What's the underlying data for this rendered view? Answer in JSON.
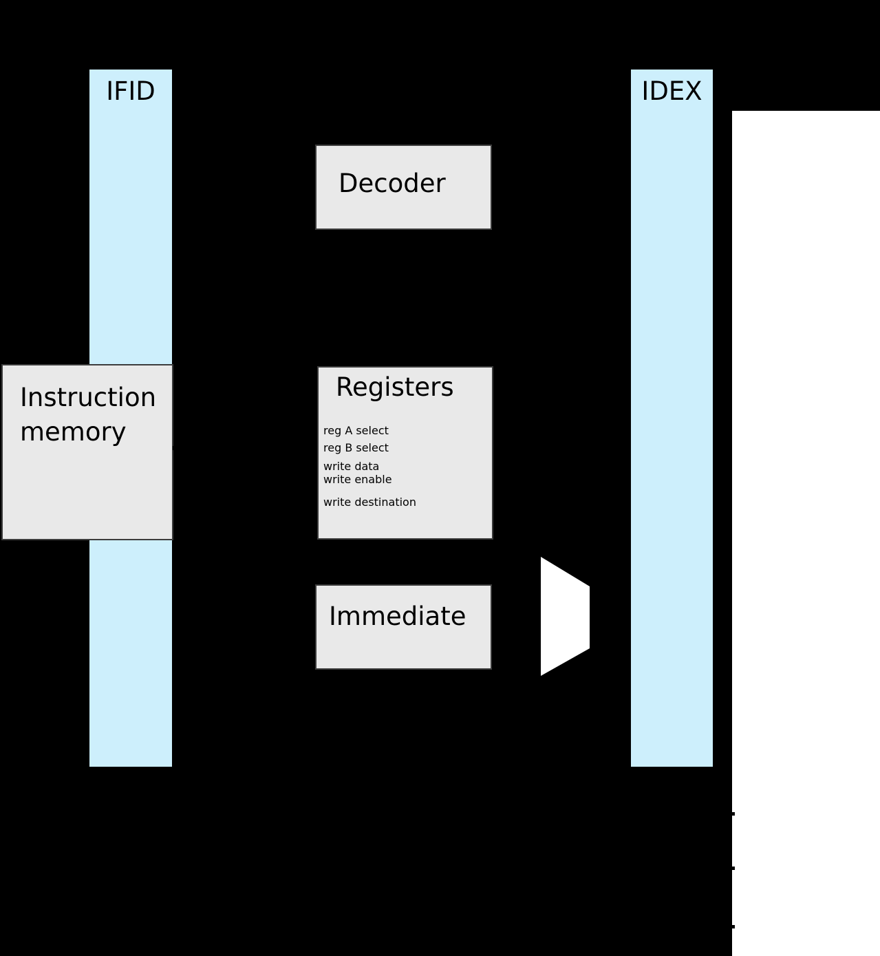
{
  "diagram": {
    "pipeline_bars": {
      "ifid_label": "IFID",
      "idex_label": "IDEX"
    },
    "blocks": {
      "instruction_memory_label": "Instruction memory",
      "decoder_label": "Decoder",
      "registers_title": "Registers",
      "registers_ports": [
        "reg A select",
        "reg B select",
        "write data",
        "write enable",
        "write destination"
      ],
      "immediate_label": "Immediate"
    },
    "colors": {
      "background": "#000000",
      "pipeline_bar_fill": "#cdeffc",
      "block_fill": "#e9e9e9",
      "block_border": "#3c3c3c",
      "white_region": "#ffffff",
      "text": "#000000"
    }
  }
}
